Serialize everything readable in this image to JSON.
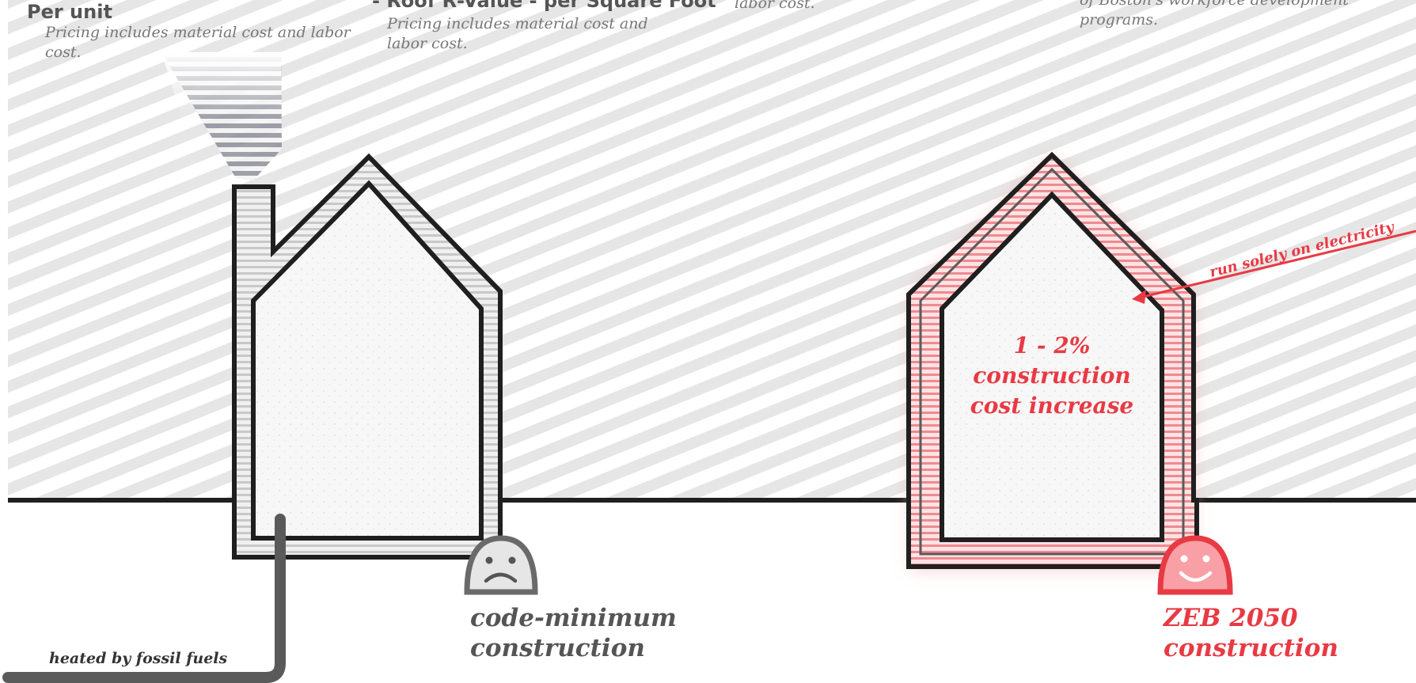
{
  "cards": [
    {
      "title": "Per unit",
      "body": "Pricing includes material cost and labor cost."
    },
    {
      "title": "- Roof R-Value - per Square Foot",
      "body": "Pricing includes material cost and labor cost."
    },
    {
      "title": "",
      "body": "labor cost."
    },
    {
      "title": "",
      "body": "of Boston's workforce development programs."
    }
  ],
  "left_house": {
    "caption_line1": "code-minimum",
    "caption_line2": "construction",
    "fuel_label": "heated by fossil fuels",
    "face": "sad-face-icon"
  },
  "right_house": {
    "caption_line1": "ZEB 2050",
    "caption_line2": "construction",
    "interior_line1": "1 - 2%",
    "interior_line2": "construction",
    "interior_line3": "cost increase",
    "electric_label": "run solely on electricity",
    "face": "happy-face-icon"
  },
  "colors": {
    "accent": "#e83a44",
    "grey": "#555555",
    "stripe": "#e9e9e9"
  }
}
